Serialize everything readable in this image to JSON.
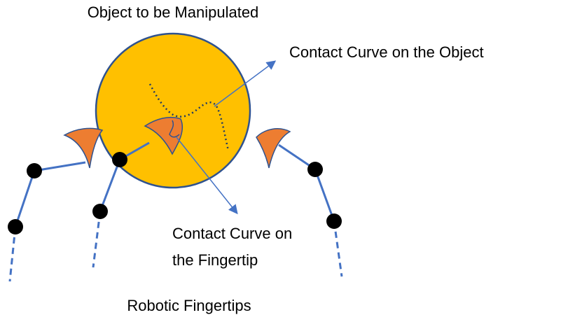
{
  "labels": {
    "object": "Object to be Manipulated",
    "object_curve": "Contact Curve on the Object",
    "fingertip_curve_line1": "Contact Curve on",
    "fingertip_curve_line2": "the Fingertip",
    "fingertips": "Robotic Fingertips"
  },
  "colors": {
    "object_fill": "#FFC000",
    "object_stroke": "#2F528F",
    "fingertip_fill": "#ED7D31",
    "fingertip_stroke": "#2F528F",
    "link": "#4472C4",
    "joint": "#000000",
    "arrow": "#4472C4",
    "contact_curve": "#1F3864"
  }
}
